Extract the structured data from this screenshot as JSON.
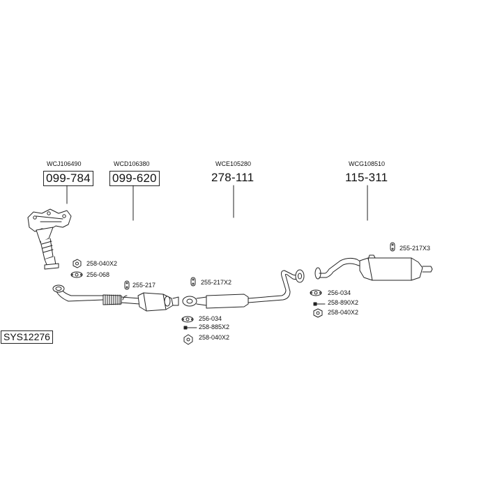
{
  "system_code": "SYS12276",
  "groups": [
    {
      "ref": "WCJ106490",
      "number": "099-784",
      "boxed": true
    },
    {
      "ref": "WCD106380",
      "number": "099-620",
      "boxed": true
    },
    {
      "ref": "WCE105280",
      "number": "278-111",
      "boxed": false
    },
    {
      "ref": "WCG108510",
      "number": "115-311",
      "boxed": false
    }
  ],
  "parts": [
    {
      "code": "258-040X2",
      "icon": "nut-icon"
    },
    {
      "code": "256-068",
      "icon": "gasket-icon"
    },
    {
      "code": "255-217",
      "icon": "rubber-hanger-icon"
    },
    {
      "code": "255-217X2",
      "icon": "rubber-hanger-icon"
    },
    {
      "code": "256-034",
      "icon": "gasket-icon"
    },
    {
      "code": "258-885X2",
      "icon": "bolt-icon"
    },
    {
      "code": "258-040X2",
      "icon": "nut-icon"
    },
    {
      "code": "255-217X3",
      "icon": "rubber-hanger-icon"
    },
    {
      "code": "256-034",
      "icon": "gasket-icon"
    },
    {
      "code": "258-890X2",
      "icon": "bolt-icon"
    },
    {
      "code": "258-040X2",
      "icon": "nut-icon"
    }
  ]
}
